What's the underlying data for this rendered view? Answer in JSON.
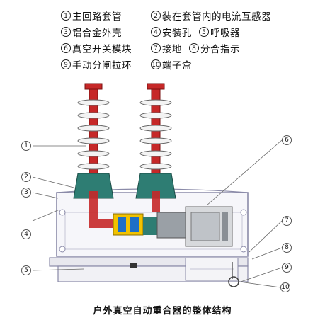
{
  "legend": [
    {
      "num": "1",
      "label": "主回路套管"
    },
    {
      "num": "2",
      "label": "装在套管内的电流互感器"
    },
    {
      "num": "3",
      "label": "铝合金外壳"
    },
    {
      "num": "4",
      "label": "安装孔"
    },
    {
      "num": "5",
      "label": "呼吸器"
    },
    {
      "num": "6",
      "label": "真空开关模块"
    },
    {
      "num": "7",
      "label": "接地"
    },
    {
      "num": "8",
      "label": "分合指示"
    },
    {
      "num": "9",
      "label": "手动分闸拉环"
    },
    {
      "num": "10",
      "label": "端子盒"
    }
  ],
  "markers": [
    "1",
    "2",
    "3",
    "4",
    "5",
    "6",
    "7",
    "8",
    "9",
    "10"
  ],
  "caption": "户外真空自动重合器的整体结构",
  "colors": {
    "bushing": "#c62828",
    "ct": "#2e7d73",
    "housing": "#8a8aa8",
    "module_yellow": "#f2c200",
    "module_blue": "#1e6fc7",
    "mechanism": "#9aa0a6"
  }
}
